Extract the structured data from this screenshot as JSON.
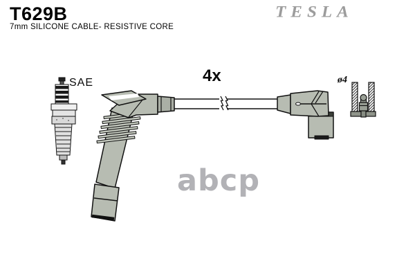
{
  "header": {
    "part_number": "T629B",
    "description": "7mm SILICONE CABLE- RESISTIVE CORE"
  },
  "brand": {
    "logo_text": "TESLA",
    "logo_color": "#9c9c9c"
  },
  "labels": {
    "quantity": "4x",
    "spark_plug_standard": "SAE",
    "terminal_diameter": "ø4"
  },
  "watermark": {
    "text": "abcp",
    "color": "#b2b2b6"
  },
  "colors": {
    "boot_fill": "#b7bcb2",
    "boot_fill_dark": "#a9aea4",
    "fin_fill": "#c3c8bd",
    "outline": "#111111",
    "background": "#ffffff"
  }
}
